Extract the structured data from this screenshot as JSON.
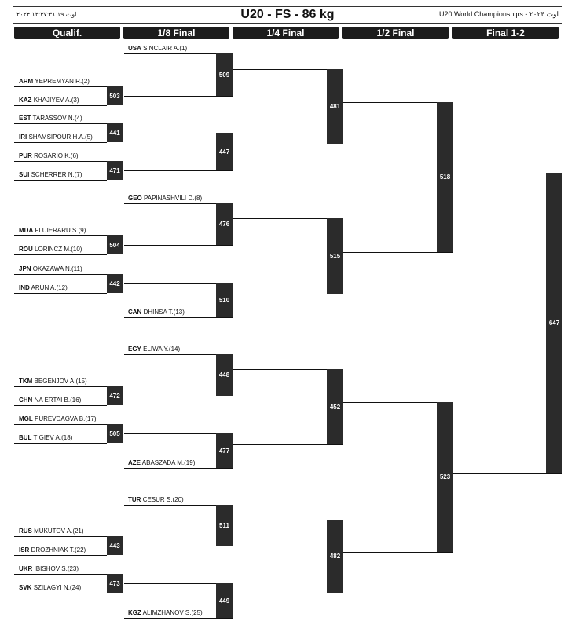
{
  "header": {
    "left_text": "۲۰۲۴ ۱۳:۳۷:۳۱ ۱۹ اوت",
    "title": "U20 - FS - 86 kg",
    "right_text": "U20 World Championships - ۲۰۲۴ اوت"
  },
  "rounds": [
    "Qualif.",
    "1/8 Final",
    "1/4 Final",
    "1/2 Final",
    "Final 1-2"
  ],
  "qualif_matches": [
    {
      "id": "503",
      "top": {
        "country": "ARM",
        "name": "YEPREMYAN R.(2)"
      },
      "bottom": {
        "country": "KAZ",
        "name": "KHAJIYEV A.(3)"
      }
    },
    {
      "id": "441",
      "top": {
        "country": "EST",
        "name": "TARASSOV N.(4)"
      },
      "bottom": {
        "country": "IRI",
        "name": "SHAMSIPOUR H.A.(5)"
      }
    },
    {
      "id": "471",
      "top": {
        "country": "PUR",
        "name": "ROSARIO K.(6)"
      },
      "bottom": {
        "country": "SUI",
        "name": "SCHERRER N.(7)"
      }
    },
    {
      "id": "504",
      "top": {
        "country": "MDA",
        "name": "FLUIERARU S.(9)"
      },
      "bottom": {
        "country": "ROU",
        "name": "LORINCZ M.(10)"
      }
    },
    {
      "id": "442",
      "top": {
        "country": "JPN",
        "name": "OKAZAWA N.(11)"
      },
      "bottom": {
        "country": "IND",
        "name": "ARUN A.(12)"
      }
    },
    {
      "id": "472",
      "top": {
        "country": "TKM",
        "name": "BEGENJOV A.(15)"
      },
      "bottom": {
        "country": "CHN",
        "name": "NA ERTAI B.(16)"
      }
    },
    {
      "id": "505",
      "top": {
        "country": "MGL",
        "name": "PUREVDAGVA B.(17)"
      },
      "bottom": {
        "country": "BUL",
        "name": "TIGIEV A.(18)"
      }
    },
    {
      "id": "443",
      "top": {
        "country": "RUS",
        "name": "MUKUTOV A.(21)"
      },
      "bottom": {
        "country": "ISR",
        "name": "DROZHNIAK T.(22)"
      }
    },
    {
      "id": "473",
      "top": {
        "country": "UKR",
        "name": "IBISHOV S.(23)"
      },
      "bottom": {
        "country": "SVK",
        "name": "SZILAGYI N.(24)"
      }
    }
  ],
  "r16_athletes": [
    {
      "country": "USA",
      "name": "SINCLAIR A.(1)"
    },
    {
      "country": "GEO",
      "name": "PAPINASHVILI D.(8)"
    },
    {
      "country": "CAN",
      "name": "DHINSA T.(13)"
    },
    {
      "country": "EGY",
      "name": "ELIWA Y.(14)"
    },
    {
      "country": "AZE",
      "name": "ABASZADA M.(19)"
    },
    {
      "country": "TUR",
      "name": "CESUR S.(20)"
    },
    {
      "country": "KGZ",
      "name": "ALIMZHANOV S.(25)"
    }
  ],
  "r16_matches": [
    "509",
    "447",
    "476",
    "510",
    "448",
    "477",
    "511",
    "449"
  ],
  "qf_matches": [
    "481",
    "515",
    "452",
    "482"
  ],
  "sf_matches": [
    "518",
    "523"
  ],
  "final_match": "647"
}
